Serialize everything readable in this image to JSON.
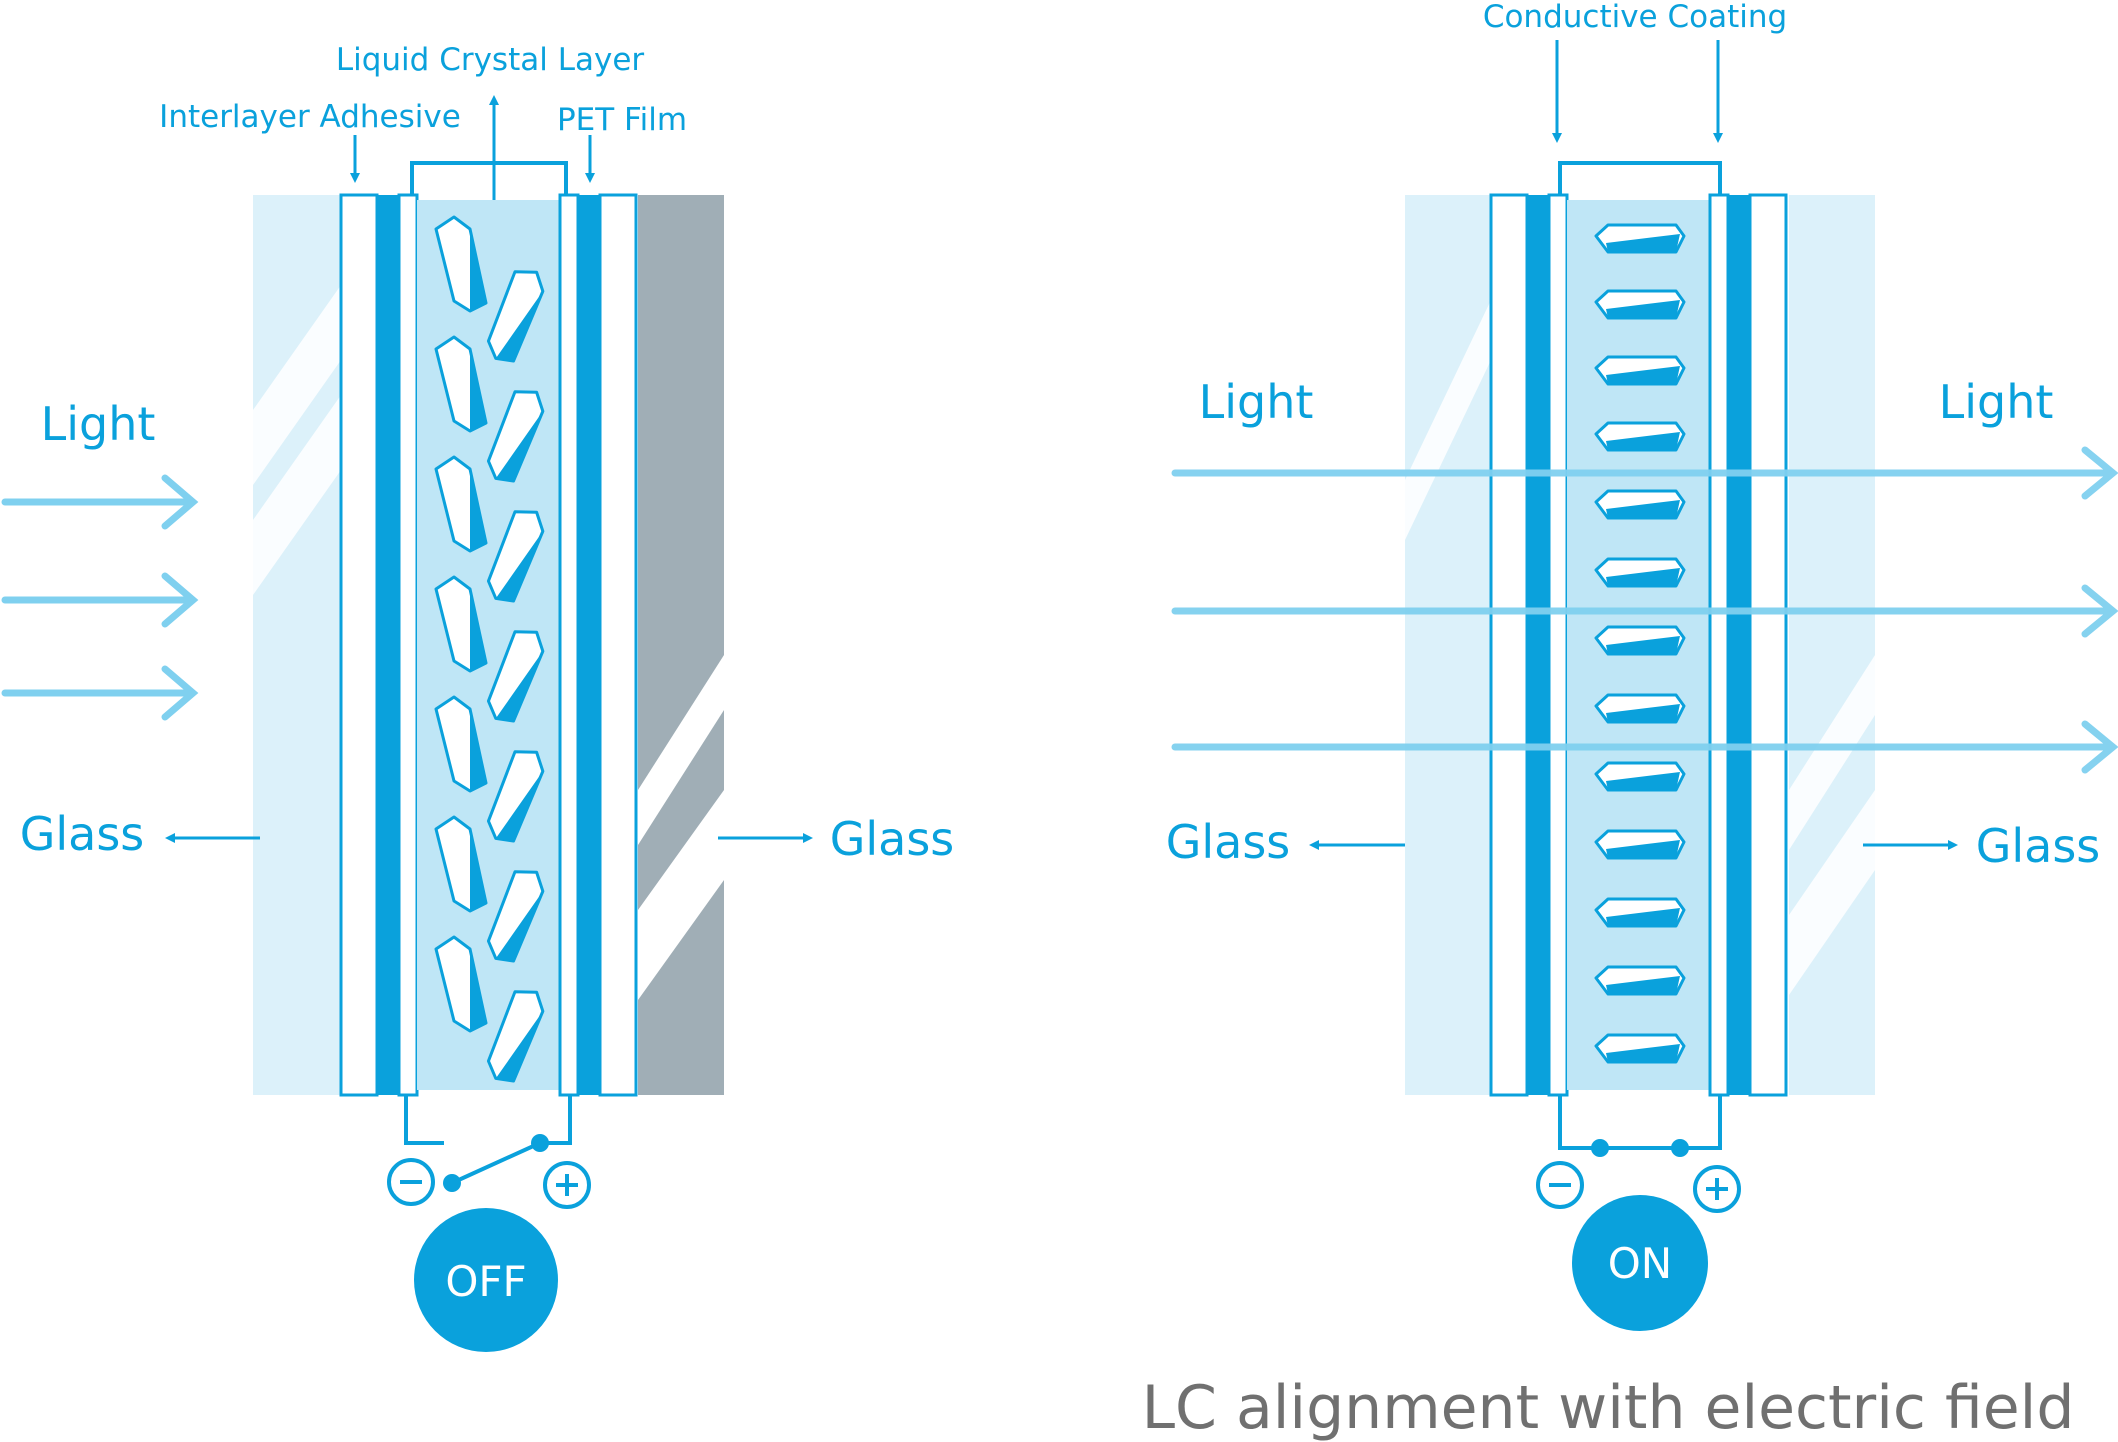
{
  "colors": {
    "blue": "#0aa1dc",
    "light_blue": "#7fd0ef",
    "pale_glass": "#dcf1fa",
    "lc_fill": "#bfe6f6",
    "dark_glass": "#a0aeb6",
    "caption_gray": "#707070"
  },
  "off_panel": {
    "labels": {
      "liquid_crystal_layer": "Liquid Crystal Layer",
      "interlayer_adhesive": "Interlayer Adhesive",
      "pet_film": "PET Film",
      "light": "Light",
      "glass_left": "Glass",
      "glass_right": "Glass"
    },
    "terminals": {
      "minus": "−",
      "plus": "+"
    },
    "state_button": "OFF"
  },
  "on_panel": {
    "labels": {
      "conductive_coating": "Conductive Coating",
      "light_left": "Light",
      "light_right": "Light",
      "glass_left": "Glass",
      "glass_right": "Glass"
    },
    "terminals": {
      "minus": "−",
      "plus": "+"
    },
    "state_button": "ON"
  },
  "caption": "LC alignment with electric field"
}
